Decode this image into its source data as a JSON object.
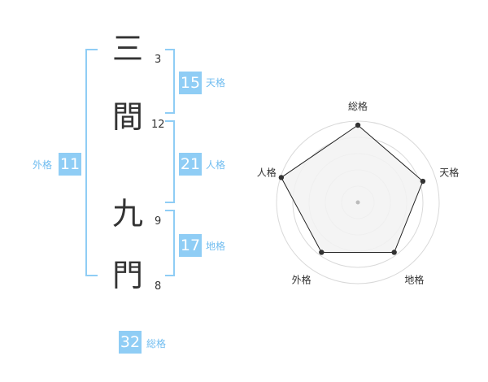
{
  "name": {
    "characters": [
      {
        "char": "三",
        "strokes": "3"
      },
      {
        "char": "間",
        "strokes": "12"
      },
      {
        "char": "九",
        "strokes": "9"
      },
      {
        "char": "門",
        "strokes": "8"
      }
    ]
  },
  "fortunes": {
    "tenkaku": {
      "value": "15",
      "label": "天格"
    },
    "jinkaku": {
      "value": "21",
      "label": "人格"
    },
    "chikaku": {
      "value": "17",
      "label": "地格"
    },
    "gaikaku": {
      "value": "11",
      "label": "外格"
    },
    "soukaku": {
      "value": "32",
      "label": "総格"
    }
  },
  "colors": {
    "accent": "#8fcdf5",
    "accent_text": "#71bdf0",
    "text": "#333333",
    "radar_fill": "#f2f2f2",
    "radar_grid": "#d9d9d9"
  },
  "chart_data": {
    "type": "radar",
    "axes": [
      "総格",
      "天格",
      "地格",
      "外格",
      "人格"
    ],
    "values": [
      0.95,
      0.84,
      0.76,
      0.76,
      0.99
    ],
    "max": 1,
    "rings": 5
  }
}
